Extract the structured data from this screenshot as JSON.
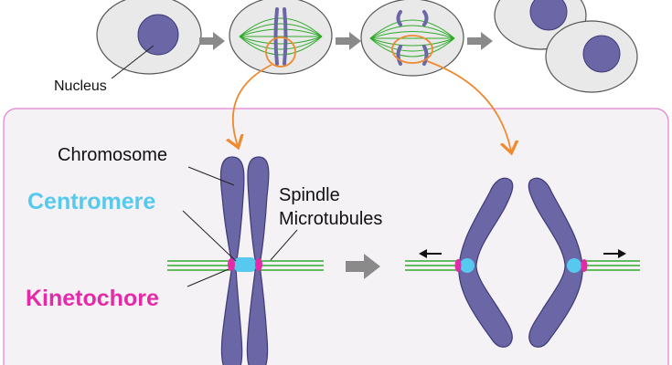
{
  "labels": {
    "nucleus": "Nucleus",
    "chromosome": "Chromosome",
    "centromere": "Centromere",
    "spindle_line1": "Spindle",
    "spindle_line2": "Microtubules",
    "kinetochore": "Kinetochore"
  },
  "colors": {
    "cell_fill": "#e9e9e9",
    "cell_stroke": "#555555",
    "nucleus_fill": "#6b67a6",
    "chromosome_fill": "#6b67a6",
    "chromosome_stroke": "#3e3a78",
    "spindle_green": "#2faa2a",
    "centromere": "#57c8ee",
    "kinetochore": "#e52aa8",
    "highlight_orange": "#ef8a2f",
    "step_arrow": "#8a8a8a",
    "panel_border": "#e37fd2",
    "panel_fill": "#f5f2f5"
  },
  "icons": {
    "step_arrow": "right-arrow-icon",
    "pull_left": "left-arrow-icon",
    "pull_right": "right-arrow-icon"
  }
}
